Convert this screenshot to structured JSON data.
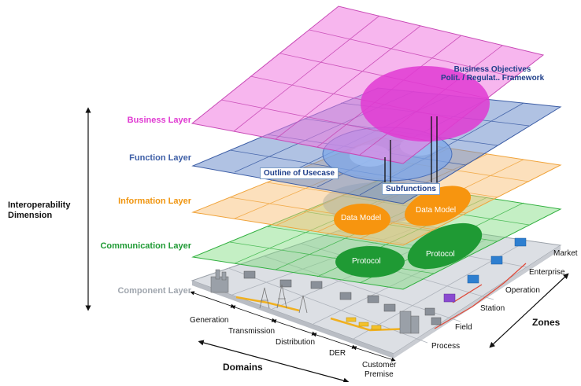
{
  "layers": {
    "business": "Business Layer",
    "function": "Function Layer",
    "information": "Information Layer",
    "communication": "Communication Layer",
    "component": "Component Layer"
  },
  "dimension": {
    "line1": "Interoperability",
    "line2": "Dimension"
  },
  "callouts": {
    "objectives_line1": "Business Objectives",
    "objectives_line2": "Polit. / Regulat.. Framework",
    "usecase": "Outline of Usecase",
    "subfunctions": "Subfunctions"
  },
  "bubbles": {
    "data_model_1": "Data Model",
    "data_model_2": "Data Model",
    "protocol_1": "Protocol",
    "protocol_2": "Protocol"
  },
  "domains": {
    "title": "Domains",
    "items": [
      "Generation",
      "Transmission",
      "Distribution",
      "DER",
      "Customer",
      "Premise"
    ]
  },
  "zones": {
    "title": "Zones",
    "items": [
      "Process",
      "Field",
      "Station",
      "Operation",
      "Enterprise",
      "Market"
    ]
  },
  "colors": {
    "business": "#ec5fd6",
    "function": "#5a7fc0",
    "information": "#f7a94a",
    "communication": "#62d36a",
    "component": "#d9dce2",
    "orange_bubble": "#f7950f",
    "green_bubble": "#1f9a34",
    "magenta_bubble": "#e03ad2"
  }
}
